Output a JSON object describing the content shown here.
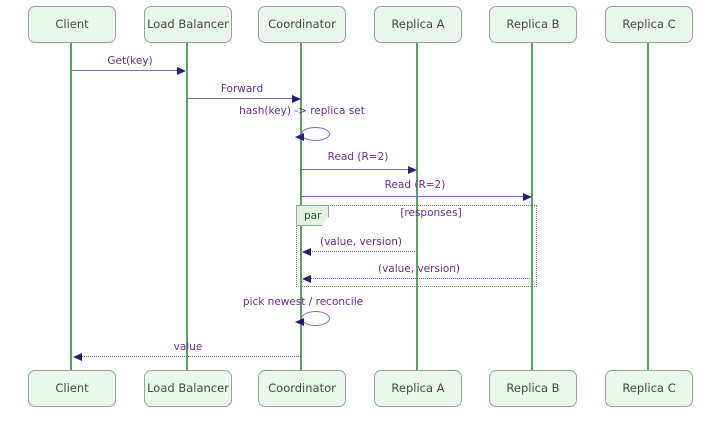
{
  "actors": [
    {
      "id": "client",
      "label": "Client"
    },
    {
      "id": "load-balancer",
      "label": "Load Balancer"
    },
    {
      "id": "coordinator",
      "label": "Coordinator"
    },
    {
      "id": "replica-a",
      "label": "Replica A"
    },
    {
      "id": "replica-b",
      "label": "Replica B"
    },
    {
      "id": "replica-c",
      "label": "Replica C"
    }
  ],
  "fragment": {
    "operator": "par",
    "condition": "[responses]"
  },
  "messages": {
    "get_key": "Get(key)",
    "forward": "Forward",
    "hash_to_replica_set": "hash(key) -> replica set",
    "read_r2_a": "Read (R=2)",
    "read_r2_b": "Read (R=2)",
    "value_version_a": "(value, version)",
    "value_version_b": "(value, version)",
    "pick_newest": "pick newest / reconcile",
    "value_return": "value"
  },
  "colors": {
    "background": "#ffffff",
    "actor-fill": "#eaf5ec",
    "actor-border": "#8cab8f",
    "actor-text": "#3a523f",
    "lifeline": "#5ba264",
    "arrow-line": "#7272b4",
    "arrow-head": "#2d1d72",
    "message-text": "#6b2d90",
    "frame-border": "#5ba264",
    "frame-label-fill": "#e3f2e3",
    "frame-label-text": "#2f5135"
  }
}
